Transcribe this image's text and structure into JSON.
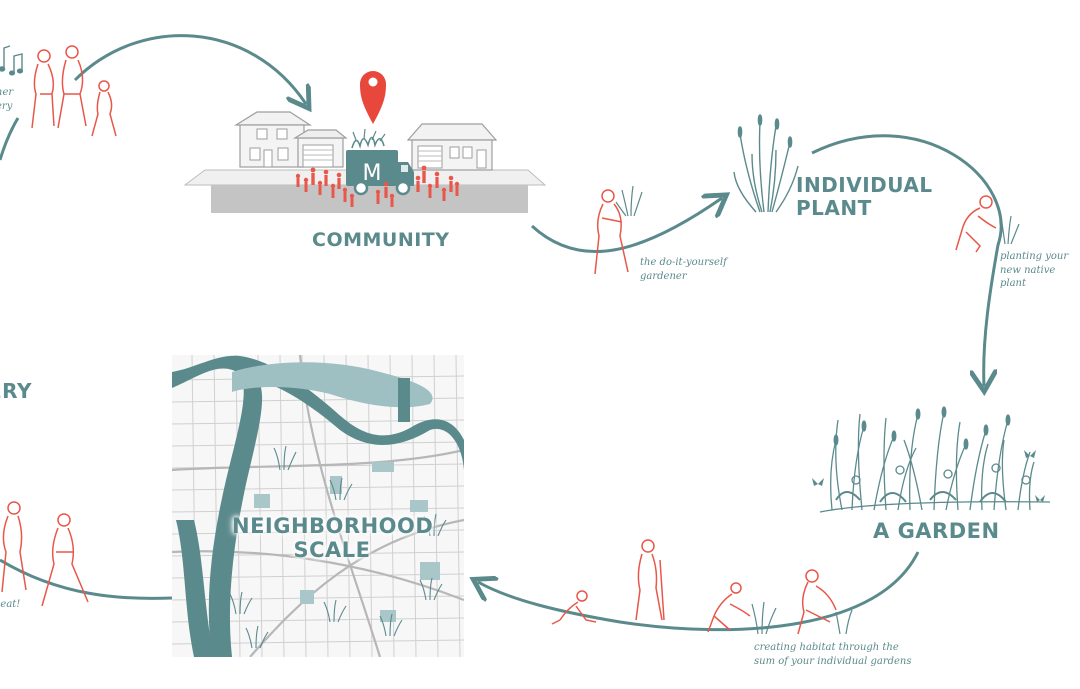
{
  "labels": {
    "community": "COMMUNITY",
    "individual_plant_line1": "INDIVIDUAL",
    "individual_plant_line2": "PLANT",
    "a_garden": "A GARDEN",
    "neighborhood_line1": "NEIGHBORHOOD",
    "neighborhood_line2": "SCALE",
    "recovery_partial": "ERY"
  },
  "captions": {
    "diy_line1": "the do-it-yourself",
    "diy_line2": "gardener",
    "planting_line1": "planting your",
    "planting_line2": "new native",
    "planting_line3": "plant",
    "habitat_line1": "creating habitat through the",
    "habitat_line2": "sum of your individual gardens",
    "gather_line1": "her",
    "gather_line2": "ery",
    "beat_partial": "beat!"
  },
  "truck_letter": "M",
  "colors": {
    "teal": "#5b8a8d",
    "teal_light": "#9fc0c2",
    "red": "#e8574a",
    "pin": "#e8473c",
    "gray_ground": "#bdbdbd",
    "map_road": "#c9c9c9"
  },
  "icons": [
    "location-pin-icon",
    "truck-icon",
    "house-icon",
    "grass-icon",
    "music-note-icon",
    "butterfly-icon"
  ]
}
